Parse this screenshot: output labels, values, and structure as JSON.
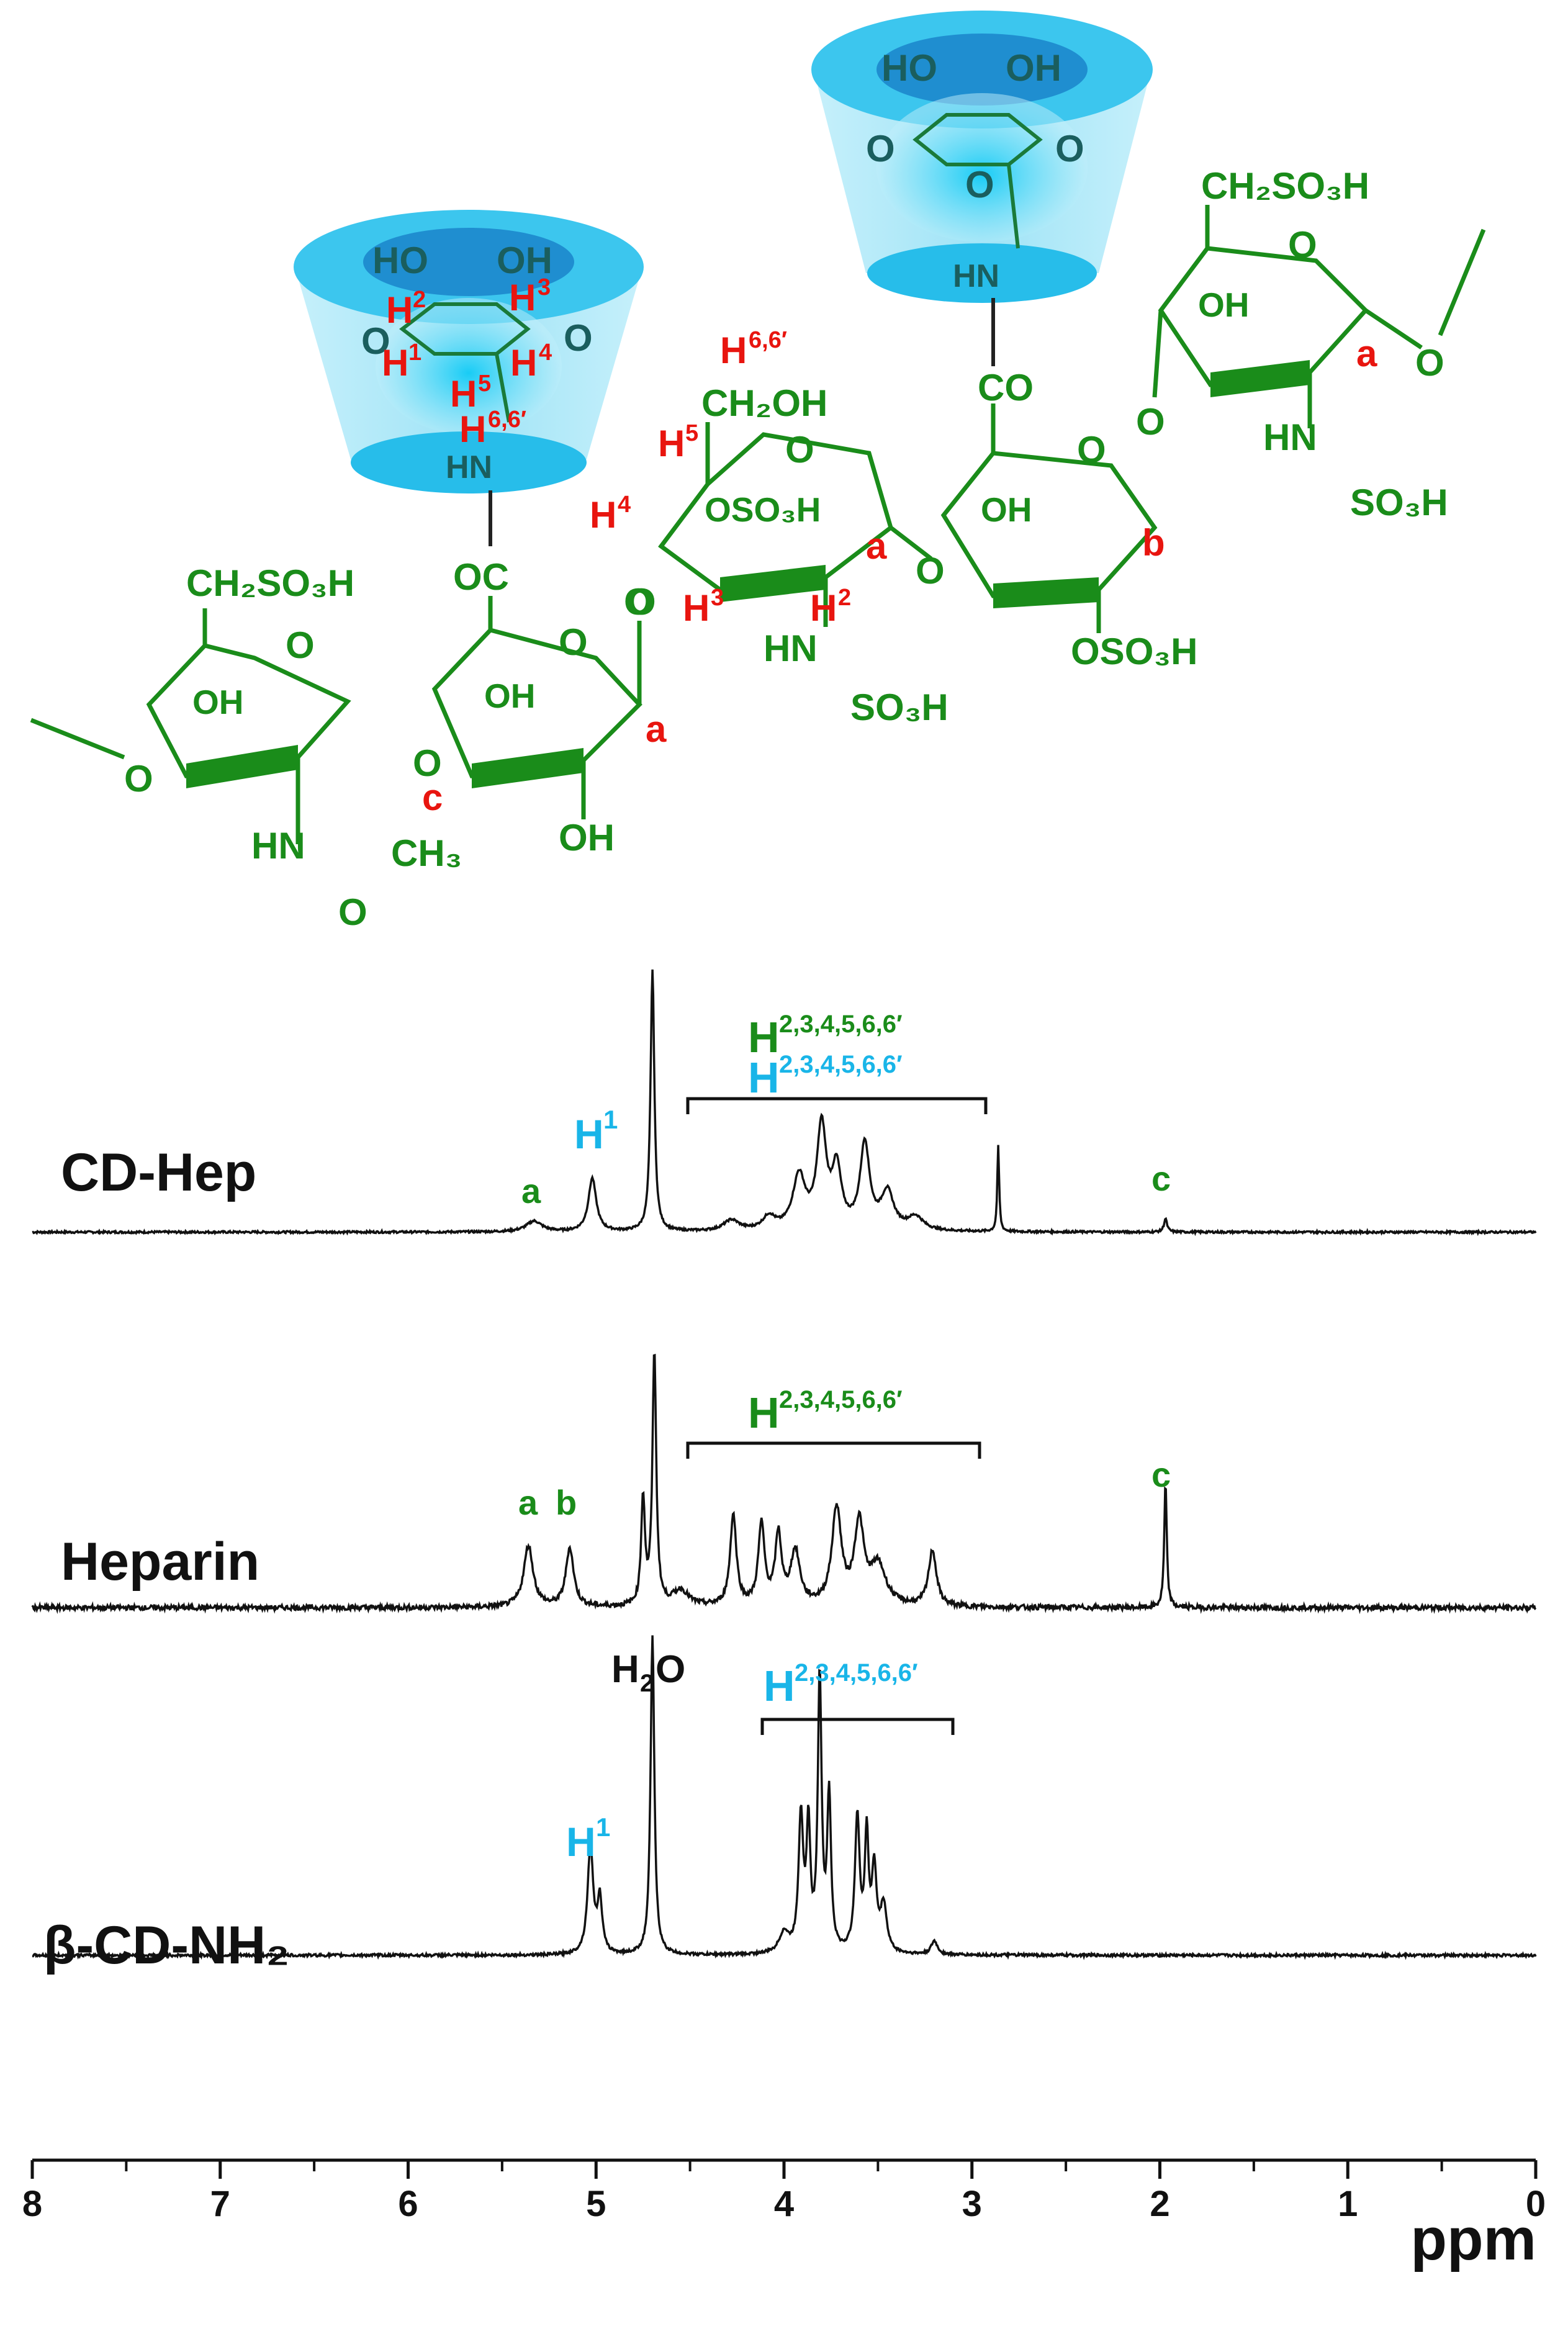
{
  "colors": {
    "green": "#1a8c1a",
    "red": "#e8150f",
    "cyan": "#19b5e8",
    "cd_fill": "#5fd3f2",
    "cd_dark": "#1d8fd0",
    "spectrum": "#111111"
  },
  "chart_data": {
    "type": "line",
    "xlabel": "ppm",
    "x_reversed": true,
    "xlim": [
      8,
      0
    ],
    "xticks": [
      "8",
      "7",
      "6",
      "5",
      "4",
      "3",
      "2",
      "1",
      "0"
    ],
    "grid": false,
    "legend": "none",
    "series": [
      {
        "name": "CD-Hep",
        "peaks": [
          {
            "x": 5.33,
            "h": 0.04,
            "w": 0.05
          },
          {
            "x": 5.02,
            "h": 0.2,
            "w": 0.025
          },
          {
            "x": 4.7,
            "h": 0.98,
            "w": 0.012
          },
          {
            "x": 4.28,
            "h": 0.04,
            "w": 0.05
          },
          {
            "x": 4.08,
            "h": 0.05,
            "w": 0.04
          },
          {
            "x": 3.92,
            "h": 0.2,
            "w": 0.04
          },
          {
            "x": 3.8,
            "h": 0.38,
            "w": 0.03
          },
          {
            "x": 3.72,
            "h": 0.22,
            "w": 0.03
          },
          {
            "x": 3.57,
            "h": 0.32,
            "w": 0.03
          },
          {
            "x": 3.45,
            "h": 0.14,
            "w": 0.04
          },
          {
            "x": 3.3,
            "h": 0.05,
            "w": 0.05
          },
          {
            "x": 2.86,
            "h": 0.32,
            "w": 0.006
          },
          {
            "x": 1.97,
            "h": 0.05,
            "w": 0.01
          }
        ]
      },
      {
        "name": "Heparin",
        "peaks": [
          {
            "x": 5.36,
            "h": 0.23,
            "w": 0.03
          },
          {
            "x": 5.14,
            "h": 0.22,
            "w": 0.025
          },
          {
            "x": 4.75,
            "h": 0.4,
            "w": 0.012
          },
          {
            "x": 4.69,
            "h": 0.95,
            "w": 0.012
          },
          {
            "x": 4.55,
            "h": 0.06,
            "w": 0.05
          },
          {
            "x": 4.27,
            "h": 0.34,
            "w": 0.02
          },
          {
            "x": 4.12,
            "h": 0.3,
            "w": 0.02
          },
          {
            "x": 4.03,
            "h": 0.26,
            "w": 0.02
          },
          {
            "x": 3.94,
            "h": 0.2,
            "w": 0.03
          },
          {
            "x": 3.72,
            "h": 0.36,
            "w": 0.03
          },
          {
            "x": 3.6,
            "h": 0.3,
            "w": 0.03
          },
          {
            "x": 3.5,
            "h": 0.15,
            "w": 0.05
          },
          {
            "x": 3.21,
            "h": 0.21,
            "w": 0.025
          },
          {
            "x": 1.97,
            "h": 0.47,
            "w": 0.008
          }
        ]
      },
      {
        "name": "β-CD-NH₂",
        "peaks": [
          {
            "x": 5.03,
            "h": 0.32,
            "w": 0.018
          },
          {
            "x": 4.98,
            "h": 0.16,
            "w": 0.015
          },
          {
            "x": 4.7,
            "h": 0.95,
            "w": 0.012
          },
          {
            "x": 4.0,
            "h": 0.06,
            "w": 0.03
          },
          {
            "x": 3.91,
            "h": 0.4,
            "w": 0.015
          },
          {
            "x": 3.87,
            "h": 0.36,
            "w": 0.012
          },
          {
            "x": 3.81,
            "h": 0.82,
            "w": 0.012
          },
          {
            "x": 3.76,
            "h": 0.46,
            "w": 0.012
          },
          {
            "x": 3.61,
            "h": 0.4,
            "w": 0.015
          },
          {
            "x": 3.56,
            "h": 0.34,
            "w": 0.012
          },
          {
            "x": 3.52,
            "h": 0.24,
            "w": 0.015
          },
          {
            "x": 3.47,
            "h": 0.14,
            "w": 0.02
          },
          {
            "x": 3.2,
            "h": 0.04,
            "w": 0.02
          }
        ]
      }
    ],
    "annotations": {
      "cdhep": {
        "a": "a",
        "h": "H",
        "one": "1",
        "c": "c",
        "range_sup": "2,3,4,5,6,6′"
      },
      "hep": {
        "a": "a",
        "b": "b",
        "c": "c",
        "h": "H",
        "range_sup": "2,3,4,5,6,6′"
      },
      "cd": {
        "h2o_h": "H",
        "h2o_2": "2",
        "h2o_o": "O",
        "h": "H",
        "one": "1",
        "range_sup": "2,3,4,5,6,6′"
      }
    }
  },
  "structure": {
    "cd1": {
      "ho_left": "HO",
      "oh_right": "OH",
      "h2": "H",
      "h2_sup": "2",
      "h3": "H",
      "h3_sup": "3",
      "o_left": "O",
      "o_right": "O",
      "h1": "H",
      "h1_sup": "1",
      "h4": "H",
      "h4_sup": "4",
      "h5": "H",
      "h5_sup": "5",
      "h6": "H",
      "h6_sup": "6,6′",
      "hn": "HN"
    },
    "cd2": {
      "ho": "HO",
      "oh": "OH",
      "o_left": "O",
      "o_ring": "O",
      "o_right": "O",
      "hn": "HN"
    },
    "unit1": {
      "ch2so3h": "CH₂SO₃H",
      "ring_o": "O",
      "oh": "OH",
      "glyco_o": "O",
      "hn": "HN",
      "ch3": "CH₃",
      "carbonyl_o": "O"
    },
    "unit2": {
      "oc": "OC",
      "ring_o": "O",
      "oh_top": "OH",
      "oh_bottom": "OH",
      "link_o": "O",
      "c": "c",
      "a": "a"
    },
    "unit3": {
      "h66": "H",
      "h66_sup": "6,6′",
      "ch2oh": "CH₂OH",
      "h5": "H",
      "h5_sup": "5",
      "ring_o": "O",
      "h4": "H",
      "h4_sup": "4",
      "oso3h": "OSO₃H",
      "a": "a",
      "h3": "H",
      "h3_sup": "3",
      "h2": "H",
      "h2_sup": "2",
      "hn": "HN",
      "so3h": "SO₃H",
      "link_o": "O"
    },
    "unit4": {
      "co": "CO",
      "ring_o": "O",
      "oh": "OH",
      "b": "b",
      "oso3h": "OSO₃H"
    },
    "unit5": {
      "ch2so3h": "CH₂SO₃H",
      "ring_o": "O",
      "link_o": "O",
      "oh": "OH",
      "a": "a",
      "end_o": "O",
      "hn": "HN",
      "so3h": "SO₃H"
    }
  }
}
